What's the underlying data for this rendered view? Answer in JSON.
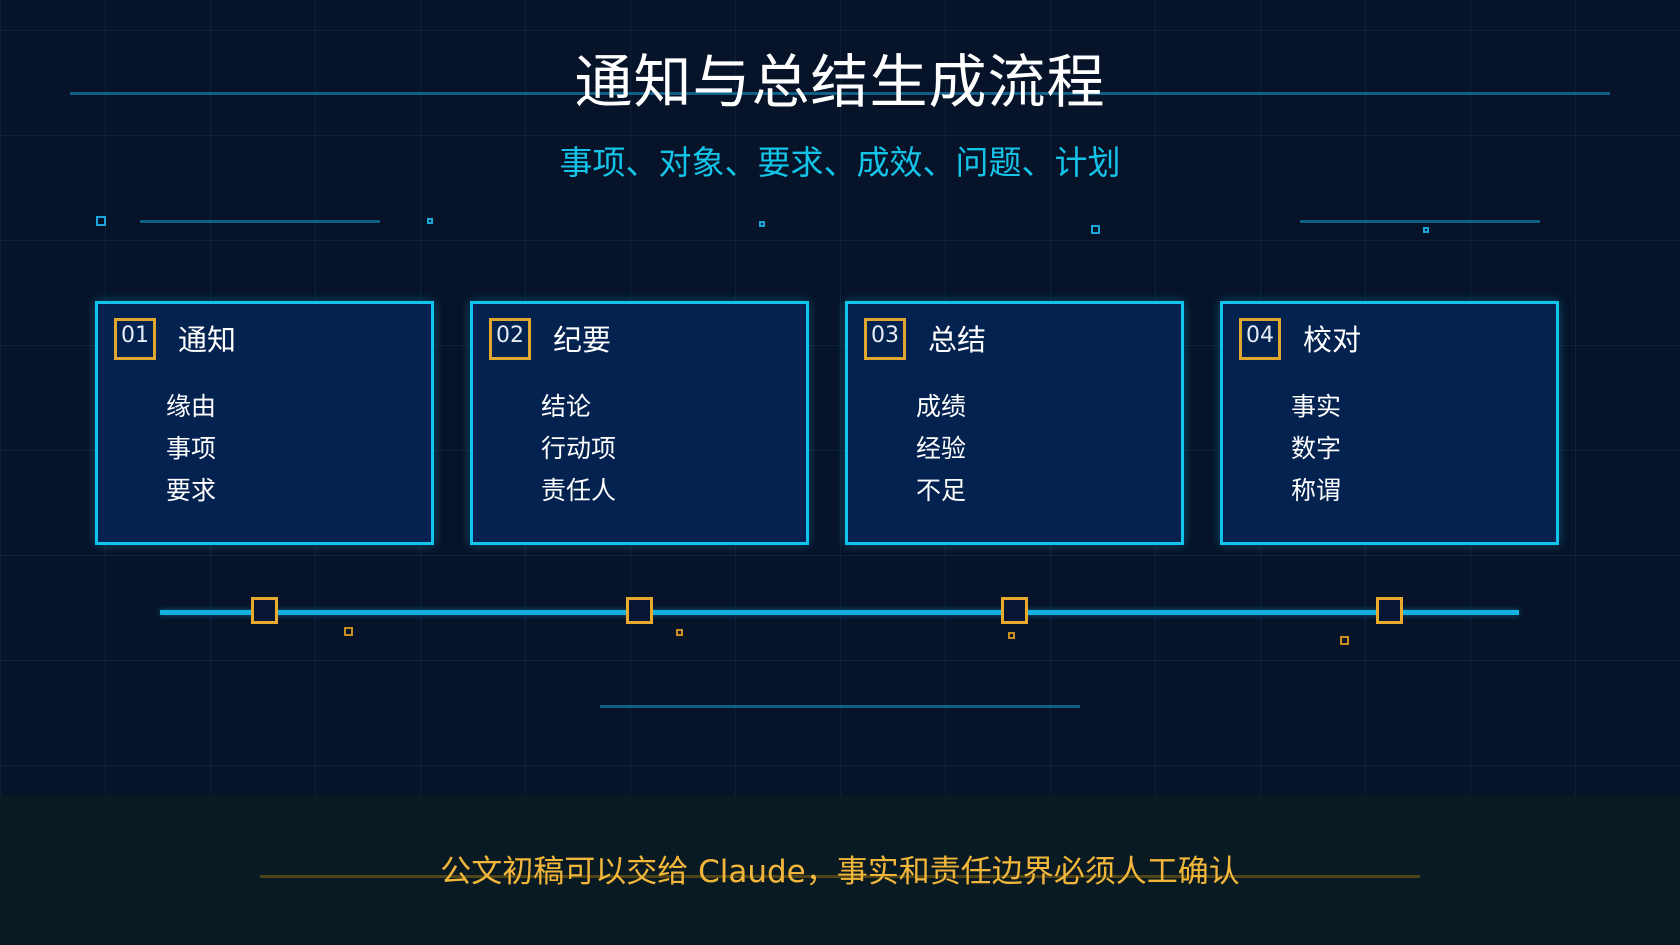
{
  "title": "通知与总结生成流程",
  "subtitle": "事项、对象、要求、成效、问题、计划",
  "cards": [
    {
      "num": "01",
      "title": "通知",
      "items": [
        "缘由",
        "事项",
        "要求"
      ]
    },
    {
      "num": "02",
      "title": "纪要",
      "items": [
        "结论",
        "行动项",
        "责任人"
      ]
    },
    {
      "num": "03",
      "title": "总结",
      "items": [
        "成绩",
        "经验",
        "不足"
      ]
    },
    {
      "num": "04",
      "title": "校对",
      "items": [
        "事实",
        "数字",
        "称谓"
      ]
    }
  ],
  "footer": "公文初稿可以交给 Claude，事实和责任边界必须人工确认",
  "colors": {
    "background": "#061328",
    "accent_cyan": "#14c3ea",
    "accent_gold": "#e8aa2c",
    "card_fill": "#04224f"
  }
}
